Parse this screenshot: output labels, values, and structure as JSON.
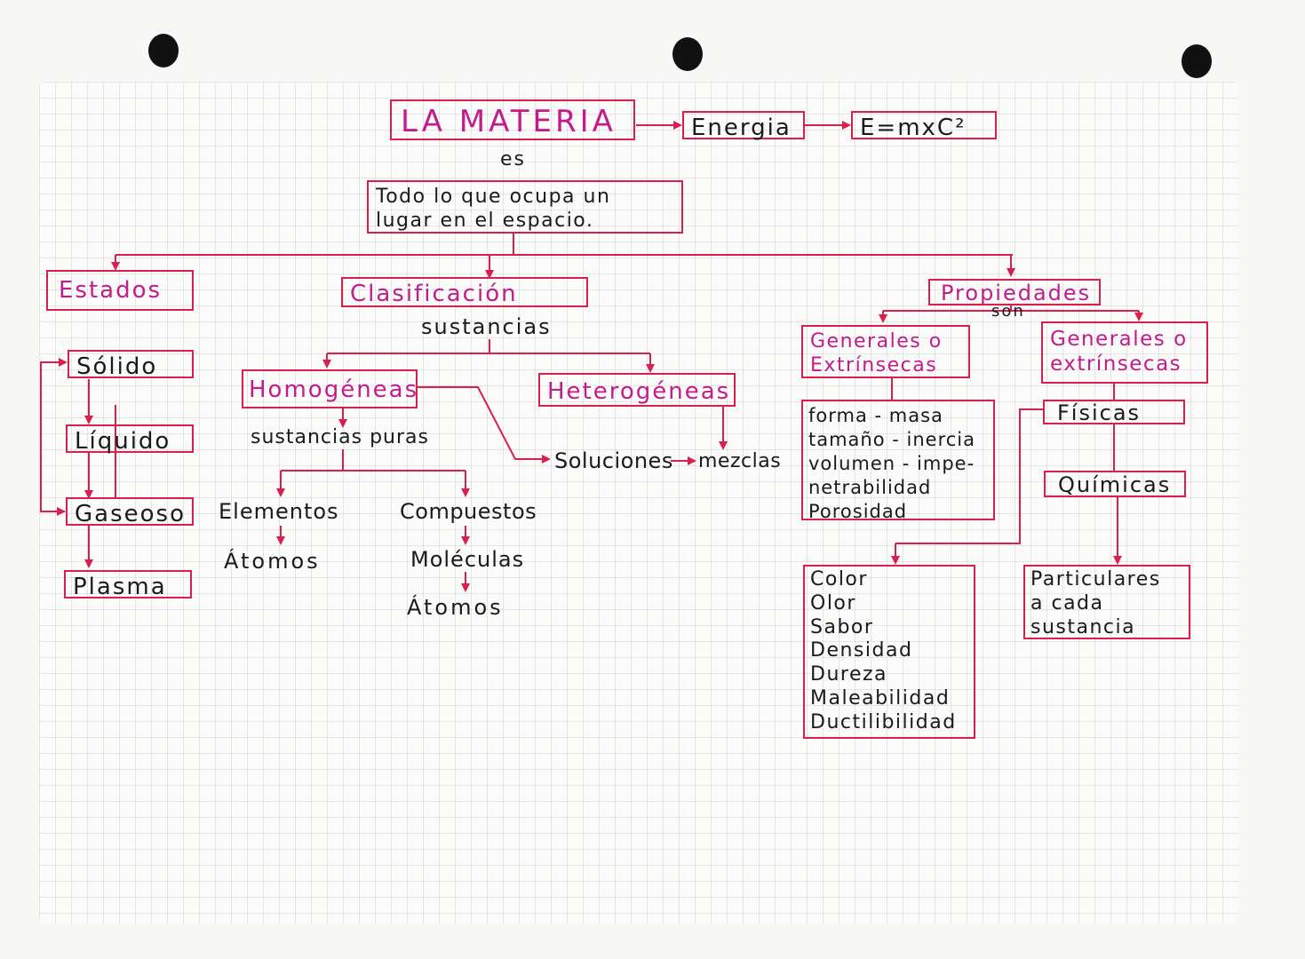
{
  "title": "LA MATERIA",
  "energia": "Energia",
  "formula": "E=mxC²",
  "es_label": "es",
  "definition": "Todo lo que ocupa un lugar en el espacio.",
  "estados": {
    "title": "Estados",
    "solido": "Sólido",
    "liquido": "Líquido",
    "gaseoso": "Gaseoso",
    "plasma": "Plasma"
  },
  "clasificacion": {
    "title": "Clasificación",
    "sustancias_label": "sustancias",
    "homogeneas": "Homogéneas",
    "heterogeneas": "Heterogéneas",
    "sustancias_puras": "sustancias puras",
    "soluciones": "Soluciones",
    "mezclas": "mezclas",
    "elementos": "Elementos",
    "compuestos": "Compuestos",
    "atomos_1": "Átomos",
    "moleculas": "Moléculas",
    "atomos_2": "Átomos"
  },
  "propiedades": {
    "title": "Propiedades",
    "son_label": "son",
    "generales_1": "Generales o Extrínsecas",
    "generales_2": "Generales o extrínsecas",
    "generales_list": [
      "forma - masa",
      "tamaño - inercia",
      "volumen - impe-",
      "netrabilidad",
      "Porosidad"
    ],
    "fisicas": "Físicas",
    "quimicas": "Químicas",
    "fisicas_list": [
      "Color",
      "Olor",
      "Sabor",
      "Densidad",
      "Dureza",
      "Maleabilidad",
      "Ductilibilidad"
    ],
    "particulares": [
      "Particulares",
      "a cada",
      "sustancia"
    ]
  },
  "colors": {
    "ink_pink": "#c41b8c",
    "ink_red": "#d81f4e",
    "ink_black": "#1a1a1a",
    "grid": "#9696a0"
  }
}
